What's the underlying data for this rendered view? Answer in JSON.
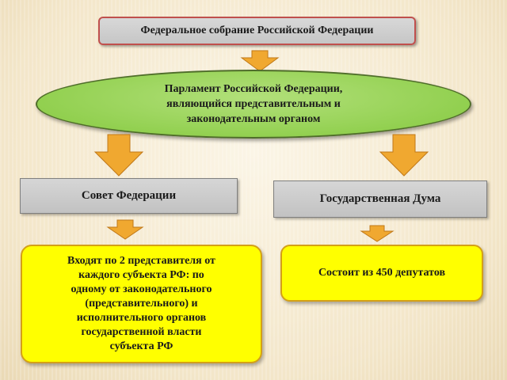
{
  "diagram": {
    "top": "Федеральное собрание Российской Федерации",
    "parliament_lines": [
      "Парламент Российской Федерации,",
      "являющийся представительным и",
      "законодательным органом"
    ],
    "council": "Совет Федерации",
    "duma": "Государственная Дума",
    "council_desc_lines": [
      "Входят по 2 представителя от",
      "каждого субъекта РФ: по",
      "одному от законодательного",
      "(представительного) и",
      "исполнительного органов",
      "государственной власти",
      "субъекта РФ"
    ],
    "duma_desc": "Состоит из 450 депутатов"
  },
  "colors": {
    "arrow_fill": "#f0a830",
    "arrow_stroke": "#c07818",
    "ellipse_fill": "#92d050",
    "desc_fill": "#ffff00",
    "top_border": "#c0504d"
  }
}
